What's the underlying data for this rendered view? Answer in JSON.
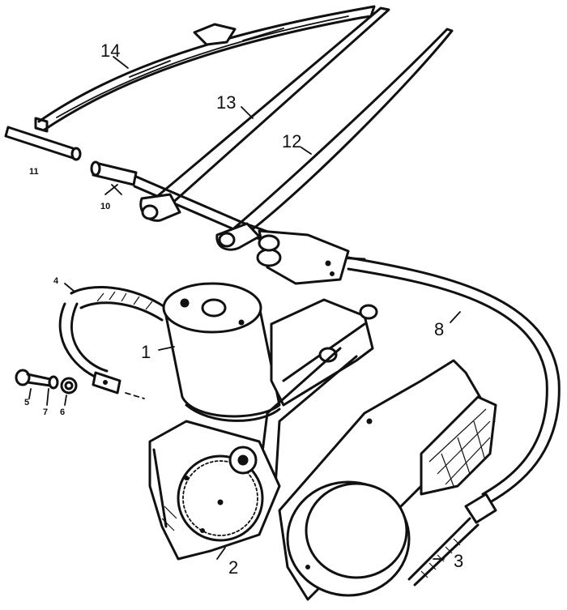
{
  "labels": {
    "l1": "1",
    "l2": "2",
    "l3": "3",
    "l4": "4",
    "l5": "5",
    "l6": "6",
    "l7": "7",
    "l8": "8",
    "l10": "10",
    "l11": "11",
    "l12": "12",
    "l13": "13",
    "l14": "14"
  }
}
